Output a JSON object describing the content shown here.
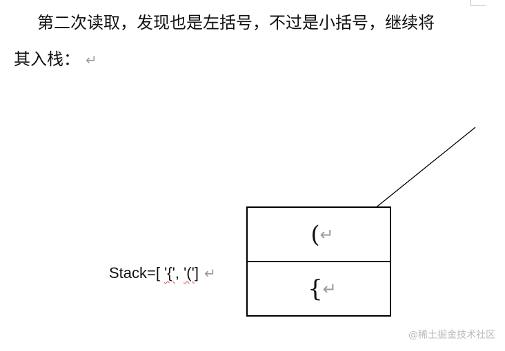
{
  "paragraph": {
    "line1": "第二次读取，发现也是左括号，不过是小括号，继续将",
    "line2": "其入栈：",
    "mark": "↵"
  },
  "stack": {
    "prefix": "Stack=[ ",
    "item1": "'{'",
    "separator": ",  ",
    "item2": "'('",
    "suffix": "]",
    "mark": "↵"
  },
  "boxes": {
    "top": "(",
    "bottom": "{",
    "mark": "↵"
  },
  "watermark": "@稀土掘金技术社区"
}
